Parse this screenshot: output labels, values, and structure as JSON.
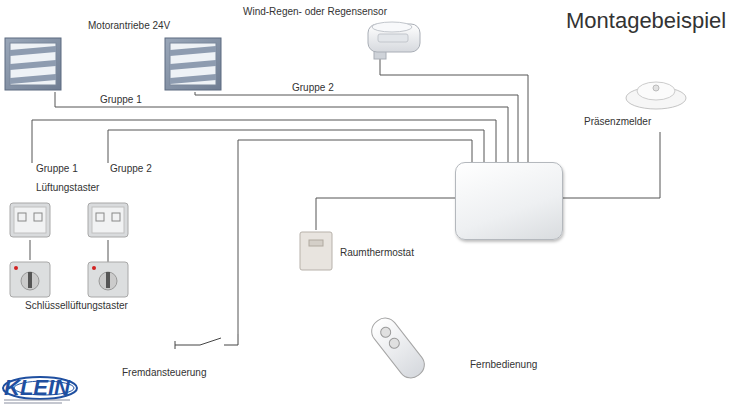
{
  "diagram": {
    "title": "Montagebeispiel",
    "nodes": [
      {
        "text": [
          "Motorantriebe 24V"
        ]
      },
      {
        "text": [
          "Wind-Regen- oder Regensensor"
        ]
      },
      {
        "text": [
          "Präsenzmelder"
        ]
      },
      {
        "text": [
          "Gruppe 1",
          "Lüftungstaster"
        ]
      },
      {
        "text": [
          "Gruppe 2"
        ]
      },
      {
        "text": []
      },
      {
        "text": [
          "Raumthermostat"
        ]
      },
      {
        "text": [
          "Schlüssellüftungstaster"
        ]
      },
      {
        "text": [
          "Fremdansteuerung"
        ]
      },
      {
        "text": [
          "Fernbedienung"
        ]
      }
    ],
    "edges": [
      {
        "from": 0,
        "to": 5,
        "label": "Gruppe 1",
        "arrow": "none"
      },
      {
        "from": 0,
        "to": 5,
        "label": "Gruppe 2",
        "arrow": "none"
      },
      {
        "from": 1,
        "to": 5,
        "arrow": "none"
      },
      {
        "from": 2,
        "to": 5,
        "arrow": "none"
      },
      {
        "from": 3,
        "to": 5,
        "arrow": "none"
      },
      {
        "from": 4,
        "to": 5,
        "arrow": "none"
      },
      {
        "from": 6,
        "to": 5,
        "arrow": "none"
      },
      {
        "from": 7,
        "to": 3,
        "arrow": "none"
      },
      {
        "from": 8,
        "to": 5,
        "arrow": "none"
      }
    ],
    "labels": [
      "KLEIN"
    ]
  }
}
